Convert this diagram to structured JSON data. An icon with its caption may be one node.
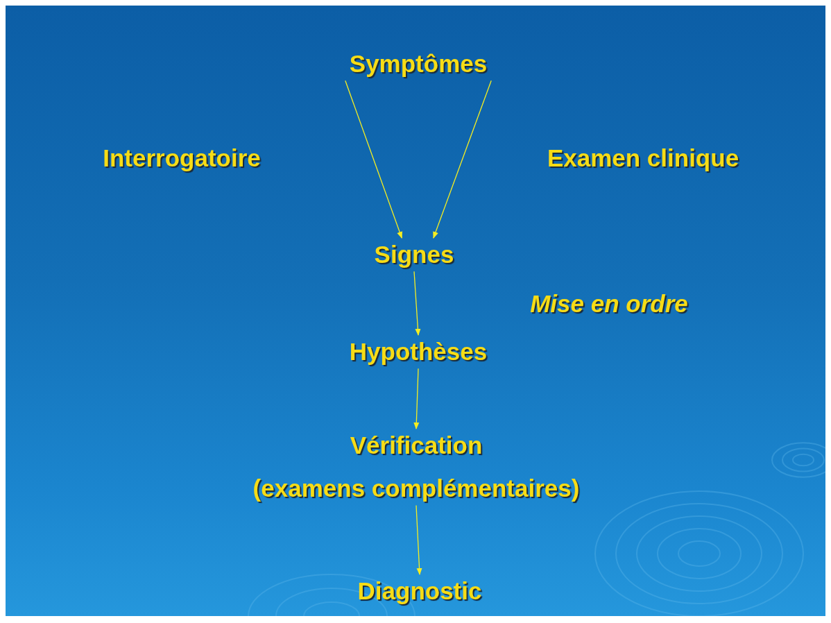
{
  "diagram": {
    "nodes": [
      {
        "text": [
          "Symptômes"
        ]
      },
      {
        "text": [
          "Signes"
        ]
      },
      {
        "text": [
          "Hypothèses"
        ]
      },
      {
        "text": [
          "Vérification",
          "(examens complémentaires)"
        ]
      },
      {
        "text": [
          "Diagnostic"
        ]
      }
    ],
    "edges": [
      {
        "from": 0,
        "to": 1,
        "arrow": "to"
      },
      {
        "from": 0,
        "to": 1,
        "arrow": "to"
      },
      {
        "from": 1,
        "to": 2,
        "arrow": "to"
      },
      {
        "from": 2,
        "to": 3,
        "arrow": "to"
      },
      {
        "from": 3,
        "to": 4,
        "arrow": "to"
      }
    ],
    "labels": [
      "Interrogatoire",
      "Examen clinique",
      "Mise en ordre"
    ]
  }
}
